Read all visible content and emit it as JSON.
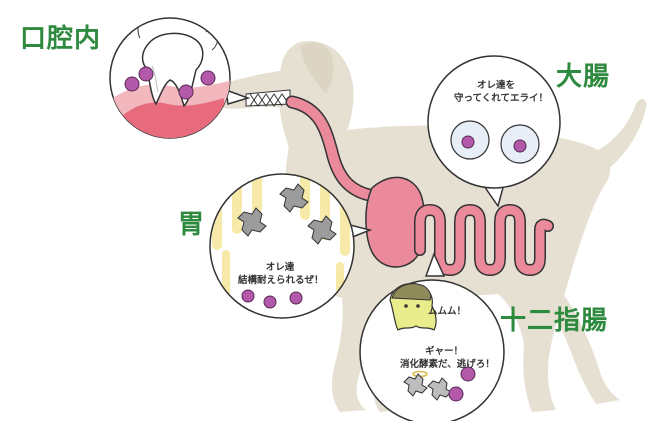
{
  "labels": {
    "mouth": "口腔内",
    "large_intestine": "大腸",
    "stomach": "胃",
    "duodenum": "十二指腸"
  },
  "speech": {
    "large_intestine": [
      "オレ達を",
      "守ってくれてエライ！"
    ],
    "stomach": [
      "オレ達",
      "結構耐えられるぜ！"
    ],
    "duodenum_short": "ムムム！",
    "duodenum_long": [
      "ギャー！",
      "消化酵素だ、逃げろ！"
    ]
  },
  "colors": {
    "dog_silhouette": "#e6e0d2",
    "gut_pink": "#ea8a9a",
    "gut_outline": "#333333",
    "label_green": "#2e8a3e",
    "bacteria_purple": "#b25aa9",
    "stripe_yellow": "#f7e9a8"
  }
}
